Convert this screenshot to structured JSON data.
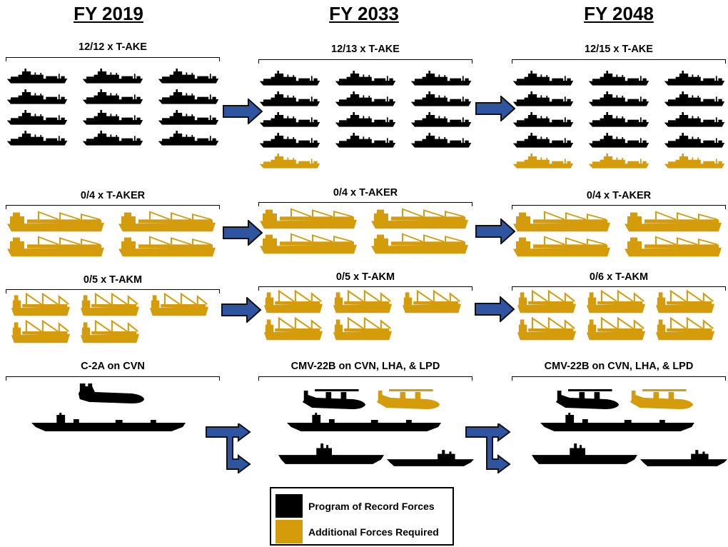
{
  "colors": {
    "program": "#000000",
    "additional": "#D49B0A",
    "arrow_fill": "#2F55A0",
    "arrow_stroke": "#111111"
  },
  "columns": [
    {
      "year": "FY 2019",
      "take": {
        "label": "12/12 x T-AKE",
        "black": 12,
        "gold": 0
      },
      "taker": {
        "label": "0/4 x T-AKER",
        "black": 0,
        "gold": 4
      },
      "takm": {
        "label": "0/5 x T-AKM",
        "black": 0,
        "gold": 5
      },
      "air": {
        "label": "C-2A on CVN",
        "aircraft": "c2a-plane",
        "carrier": true,
        "amphibs": false
      }
    },
    {
      "year": "FY 2033",
      "take": {
        "label": "12/13 x T-AKE",
        "black": 12,
        "gold": 1
      },
      "taker": {
        "label": "0/4 x T-AKER",
        "black": 0,
        "gold": 4
      },
      "takm": {
        "label": "0/5 x T-AKM",
        "black": 0,
        "gold": 5
      },
      "air": {
        "label": "CMV-22B on CVN, LHA, & LPD",
        "aircraft": "cmv22b-tiltrotor",
        "carrier": true,
        "amphibs": true
      }
    },
    {
      "year": "FY 2048",
      "take": {
        "label": "12/15 x T-AKE",
        "black": 12,
        "gold": 3
      },
      "taker": {
        "label": "0/4 x T-AKER",
        "black": 0,
        "gold": 4
      },
      "takm": {
        "label": "0/6 x T-AKM",
        "black": 0,
        "gold": 6
      },
      "air": {
        "label": "CMV-22B on CVN, LHA, & LPD",
        "aircraft": "cmv22b-tiltrotor",
        "carrier": true,
        "amphibs": true
      }
    }
  ],
  "legend": {
    "program": "Program of Record Forces",
    "additional": "Additional Forces Required"
  }
}
